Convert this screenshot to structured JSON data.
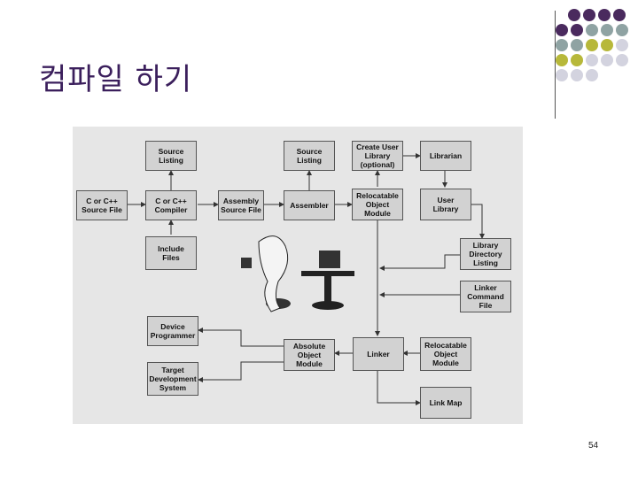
{
  "slide": {
    "title": "컴파일 하기",
    "page_number": "54"
  },
  "diagram": {
    "boxes": {
      "source_listing_1": "Source\nListing",
      "c_source": "C or C++\nSource File",
      "c_compiler": "C or C++\nCompiler",
      "include_files": "Include\nFiles",
      "assembly_source": "Assembly\nSource File",
      "source_listing_2": "Source\nListing",
      "assembler": "Assembler",
      "create_user_library": "Create User\nLibrary\n(optional)",
      "relocatable_object_module": "Relocatable\nObject\nModule",
      "librarian": "Librarian",
      "user_library": "User\nLibrary",
      "library_directory_listing": "Library\nDirectory\nListing",
      "linker_command_file": "Linker\nCommand\nFile",
      "device_programmer": "Device\nProgrammer",
      "target_development_system": "Target\nDevelopment\nSystem",
      "absolute_object_module": "Absolute\nObject\nModule",
      "linker": "Linker",
      "relocatable_object_module_out": "Relocatable\nObject\nModule",
      "link_map": "Link Map"
    }
  }
}
